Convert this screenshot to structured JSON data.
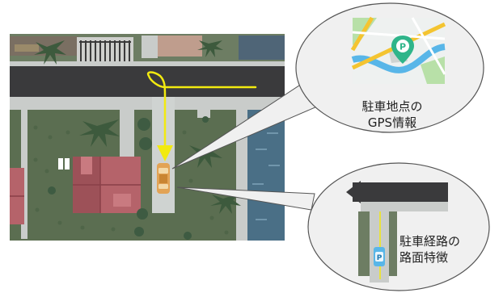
{
  "callouts": {
    "gps": {
      "line1": "駐車地点の",
      "line2": "GPS情報"
    },
    "road": {
      "line1": "駐車経路の",
      "line2": "路面特徴"
    }
  },
  "icons": {
    "parking_pin": "parking-location-pin-icon",
    "parking_marker": "parking-p-icon"
  },
  "colors": {
    "lawn": "#5b6e51",
    "road": "#3a3a3c",
    "sidewalk": "#c9ccca",
    "water": "#4a6f86",
    "roof": "#b5636a",
    "path_arrow": "#f2ea10",
    "car": "#e2a355",
    "callout_fill": "#f0f0f0",
    "callout_stroke": "#555555",
    "map_road": "#f4c430",
    "map_route": "#58b6e8",
    "map_pin": "#2fb58a"
  }
}
